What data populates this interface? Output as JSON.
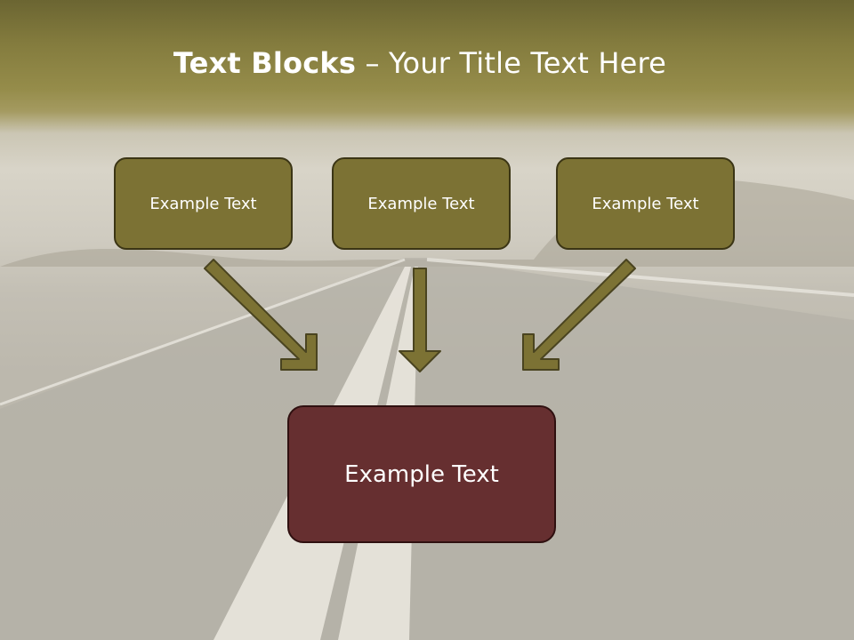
{
  "slide": {
    "title_bold": "Text Blocks",
    "title_rest": " – Your Title Text Here",
    "boxes": [
      {
        "label": "Example Text"
      },
      {
        "label": "Example Text"
      },
      {
        "label": "Example Text"
      }
    ],
    "main_box": {
      "label": "Example Text"
    }
  },
  "colors": {
    "header_band": "#847c3e",
    "box_fill": "#7c7234",
    "main_box_fill": "#662f30",
    "arrow_fill": "#7c7234",
    "text": "#ffffff"
  }
}
